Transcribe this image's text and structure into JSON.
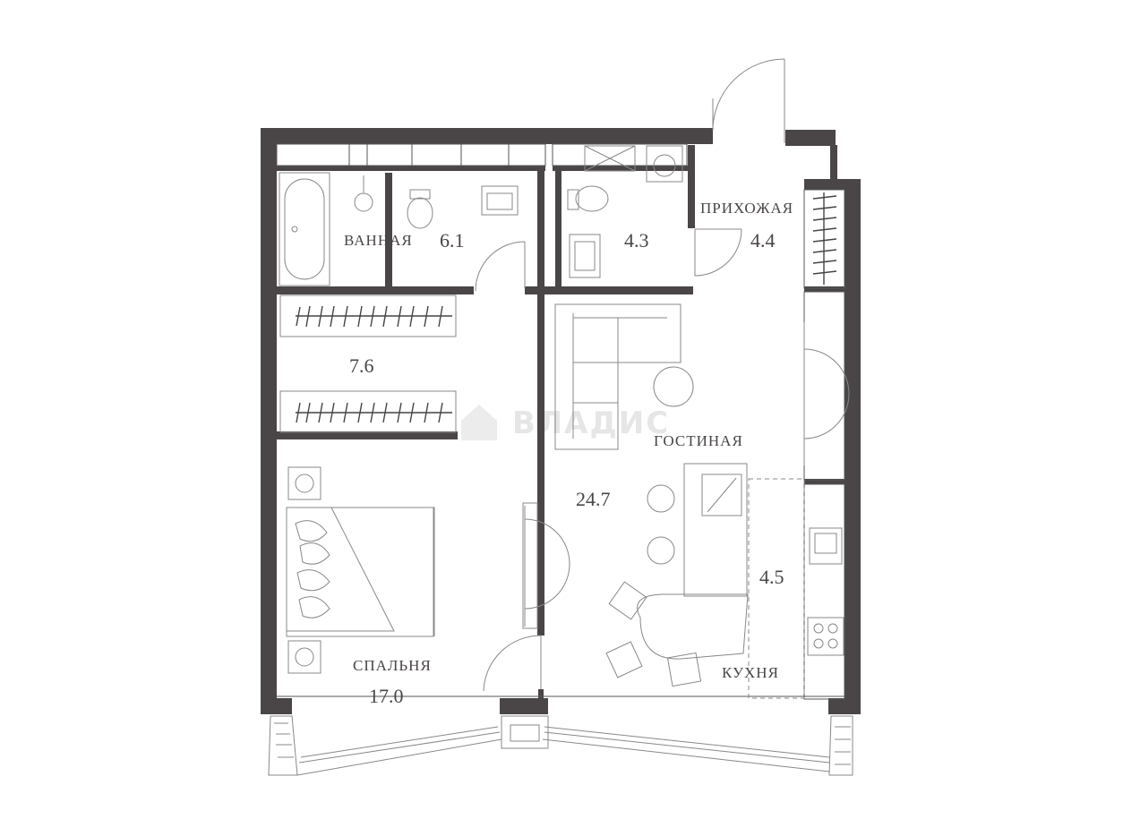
{
  "rooms": [
    {
      "name": "ВАННАЯ",
      "area": "6.1"
    },
    {
      "name": "",
      "area": "4.3"
    },
    {
      "name": "ПРИХОЖАЯ",
      "area": "4.4"
    },
    {
      "name": "",
      "area": "7.6"
    },
    {
      "name": "ГОСТИНАЯ",
      "area": "24.7"
    },
    {
      "name": "",
      "area": "4.5"
    },
    {
      "name": "КУХНЯ",
      "area": ""
    },
    {
      "name": "СПАЛЬНЯ",
      "area": "17.0"
    }
  ],
  "watermark": "ВЛАДИС",
  "colors": {
    "wall": "#4a4647",
    "text": "#4a4545",
    "line": "#888888"
  }
}
